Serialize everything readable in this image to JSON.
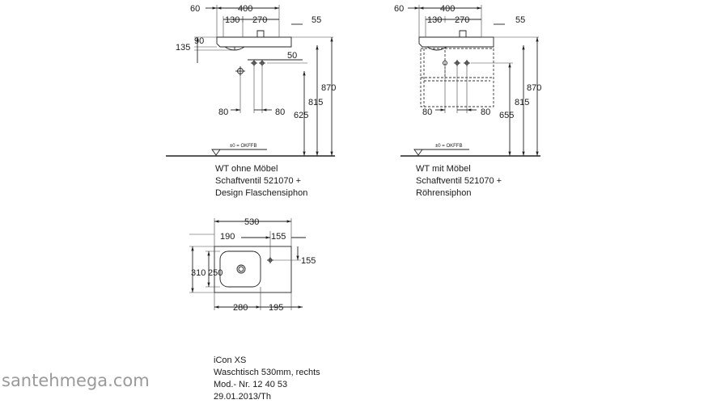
{
  "drawings": {
    "without_furniture": {
      "dims": {
        "d60": "60",
        "d400": "400",
        "d130": "130",
        "d270": "270",
        "d55": "55",
        "d135": "135",
        "d90": "90",
        "d50": "50",
        "d870": "870",
        "d815": "815",
        "d625": "625",
        "d80_left": "80",
        "d80_right": "80"
      },
      "level_mark": "±0 = OKFFB",
      "caption": [
        "WT ohne Möbel",
        "Schaftventil 521070 +",
        "Design Flaschensiphon"
      ]
    },
    "with_furniture": {
      "dims": {
        "d60": "60",
        "d400": "400",
        "d130": "130",
        "d270": "270",
        "d55": "55",
        "d870": "870",
        "d815": "815",
        "d655": "655",
        "d80_left": "80",
        "d80_right": "80"
      },
      "level_mark": "±0 = OKFFB",
      "caption": [
        "WT mit Möbel",
        "Schaftventil 521070 +",
        "Röhrensiphon"
      ]
    },
    "top_view": {
      "dims": {
        "d530": "530",
        "d190": "190",
        "d155_top": "155",
        "d310": "310",
        "d250": "250",
        "d155_side": "155",
        "d280": "280",
        "d195": "195"
      }
    }
  },
  "title_block": {
    "lines": [
      "iCon XS",
      "Waschtisch 530mm, rechts",
      "Mod.- Nr. 12 40 53",
      "29.01.2013/Th"
    ]
  },
  "watermark": "santehmega.com"
}
